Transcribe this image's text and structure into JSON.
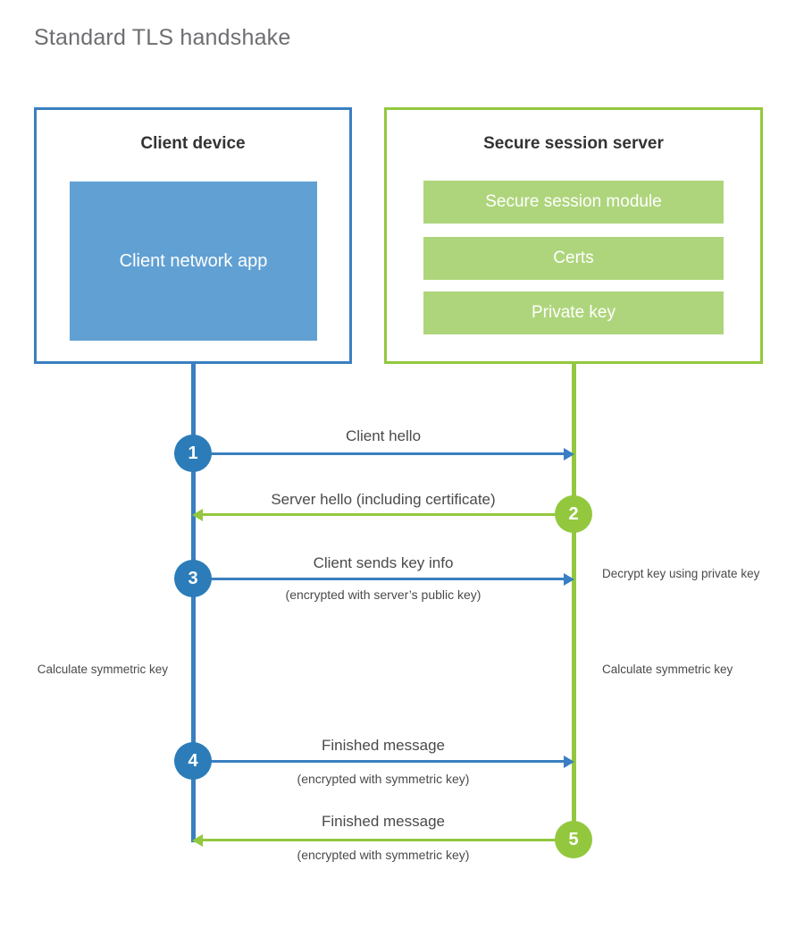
{
  "page_title": "Standard TLS handshake",
  "colors": {
    "client_accent": "#3a7fc1",
    "client_fill": "#61a0d3",
    "client_circle": "#2b7cb9",
    "server_accent": "#93c83e",
    "server_fill": "#aed57c",
    "title_text": "#6d6e71",
    "body_text": "#4a4a4a",
    "background": "#ffffff"
  },
  "client_panel": {
    "title": "Client device",
    "app_box_label": "Client network app"
  },
  "server_panel": {
    "title": "Secure session server",
    "boxes": [
      {
        "label": "Secure session module"
      },
      {
        "label": "Certs"
      },
      {
        "label": "Private key"
      }
    ]
  },
  "steps": [
    {
      "number": "1",
      "label": "Client hello",
      "sublabel": "",
      "direction": "client-to-server",
      "color": "blue"
    },
    {
      "number": "2",
      "label": "Server hello (including certificate)",
      "sublabel": "",
      "direction": "server-to-client",
      "color": "green"
    },
    {
      "number": "3",
      "label": "Client sends key info",
      "sublabel": "(encrypted with server’s public key)",
      "direction": "client-to-server",
      "color": "blue"
    },
    {
      "number": "4",
      "label": "Finished message",
      "sublabel": "(encrypted with symmetric key)",
      "direction": "client-to-server",
      "color": "blue"
    },
    {
      "number": "5",
      "label": "Finished message",
      "sublabel": "(encrypted with symmetric key)",
      "direction": "server-to-client",
      "color": "green"
    }
  ],
  "annotations": {
    "server_decrypt": "Decrypt key using private key",
    "client_calculate": "Calculate symmetric key",
    "server_calculate": "Calculate symmetric key"
  }
}
